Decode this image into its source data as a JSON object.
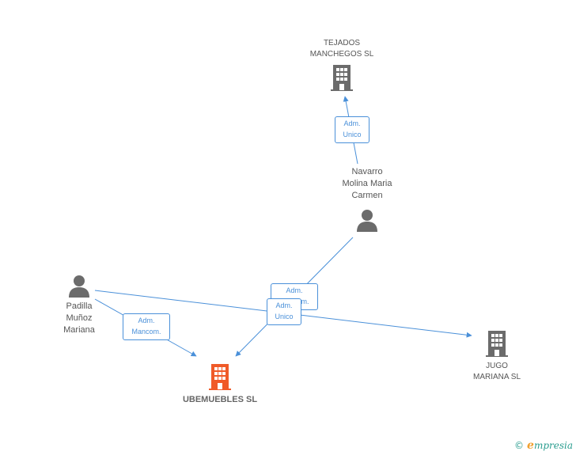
{
  "nodes": {
    "tejados": {
      "label": "TEJADOS\nMANCHEGOS  SL",
      "type": "company"
    },
    "navarro": {
      "label": "Navarro\nMolina Maria\nCarmen",
      "type": "person"
    },
    "padilla": {
      "label": "Padilla\nMuñoz\nMariana",
      "type": "person"
    },
    "ubemuebles": {
      "label": "UBEMUEBLES SL",
      "type": "company-main"
    },
    "jugo": {
      "label": "JUGO\nMARIANA SL",
      "type": "company"
    }
  },
  "relations": {
    "navarro_tejados": "Adm.\nUnico",
    "navarro_ubemuebles": "Adm.\nMancom.",
    "padilla_jugo": "Adm.\nUnico",
    "padilla_ubemuebles": "Adm.\nMancom."
  },
  "footer": {
    "copyright": "©",
    "brand_initial": "e",
    "brand_rest": "mpresia"
  },
  "colors": {
    "edge": "#4a90d9",
    "company": "#6b6b6b",
    "main_company": "#f05a28",
    "person": "#6b6b6b"
  },
  "icons": {
    "company": "building-icon",
    "person": "person-icon"
  }
}
